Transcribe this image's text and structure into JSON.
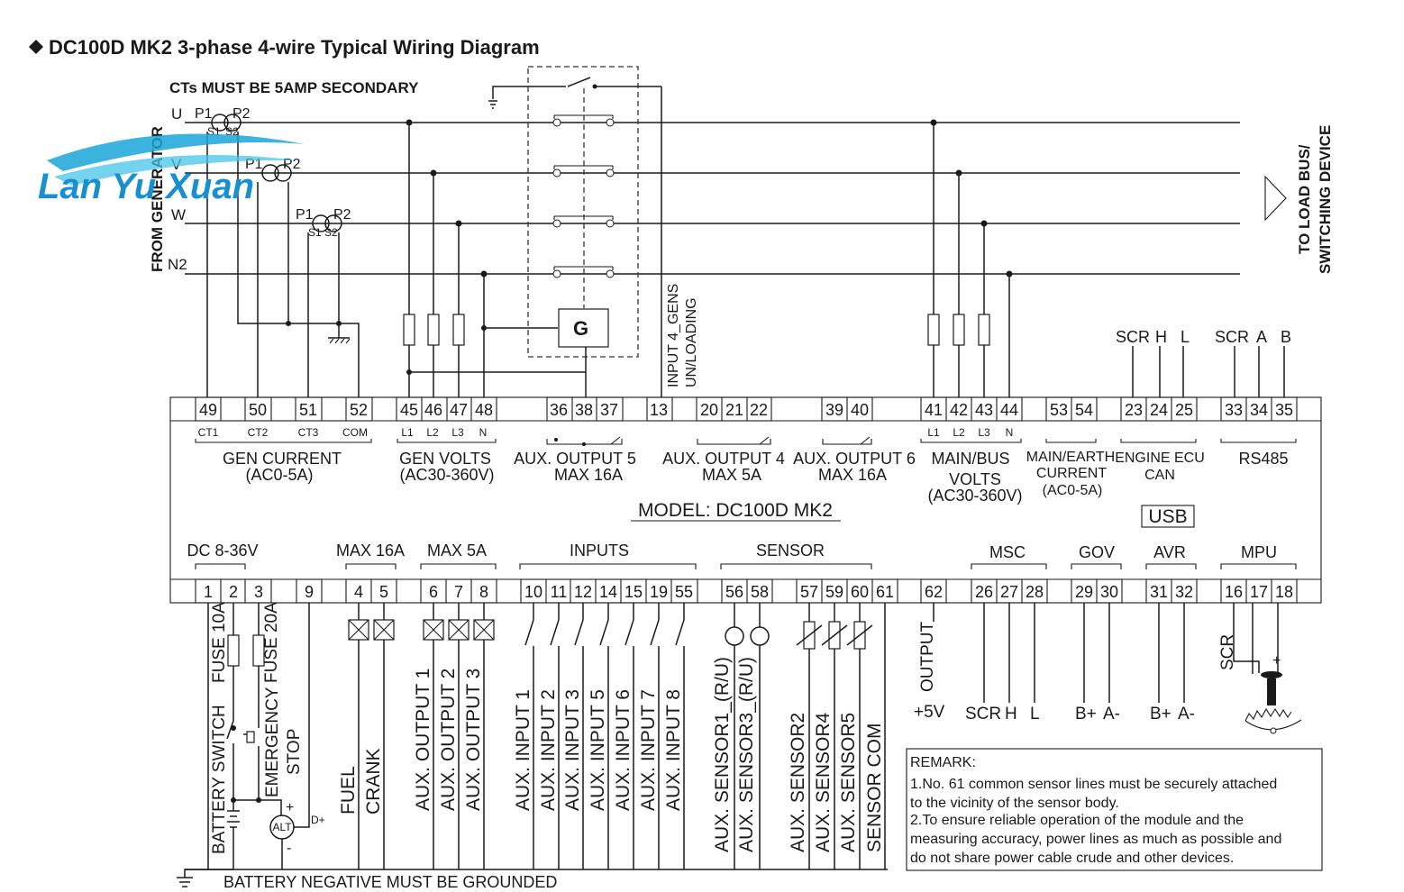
{
  "title": "DC100D MK2 3-phase 4-wire Typical Wiring Diagram",
  "ct_note": "CTs MUST BE 5AMP SECONDARY",
  "from_label": "FROM GENERATOR",
  "to_label": [
    "TO LOAD BUS/",
    "SWITCHING DEVICE"
  ],
  "watermark": "Lan Yu Xuan",
  "lines": [
    "U",
    "V",
    "W",
    "N2"
  ],
  "ct_marks": {
    "p1": "P1",
    "p2": "P2",
    "s1": "S1",
    "s2": "S2"
  },
  "generator_label": "G",
  "input4_label": [
    "INPUT 4_GENS",
    "UN/LOADING"
  ],
  "top_pins": [
    "49",
    "50",
    "51",
    "52",
    "45",
    "46",
    "47",
    "48",
    "36",
    "38",
    "37",
    "13",
    "20",
    "21",
    "22",
    "39",
    "40",
    "41",
    "42",
    "43",
    "44",
    "53",
    "54",
    "23",
    "24",
    "25",
    "33",
    "34",
    "35"
  ],
  "top_subs": {
    "ct1": "CT1",
    "ct2": "CT2",
    "ct3": "CT3",
    "com": "COM",
    "l1": "L1",
    "l2": "L2",
    "l3": "L3",
    "n": "N"
  },
  "top_groups": {
    "gen_current": [
      "GEN CURRENT",
      "(AC0-5A)"
    ],
    "gen_volts": [
      "GEN VOLTS",
      "(AC30-360V)"
    ],
    "aux5": [
      "AUX. OUTPUT 5",
      "MAX  16A"
    ],
    "aux4": [
      "AUX. OUTPUT 4",
      "MAX  5A"
    ],
    "aux6": [
      "AUX. OUTPUT 6",
      "MAX  16A"
    ],
    "main_bus": [
      "MAIN/BUS",
      "VOLTS",
      "(AC30-360V)"
    ],
    "main_earth": [
      "MAIN/EARTH",
      "CURRENT",
      "(AC0-5A)"
    ],
    "ecu": [
      "ENGINE ECU",
      "CAN"
    ],
    "rs485": "RS485",
    "ecu_pins": [
      "SCR",
      "H",
      "L"
    ],
    "rs485_pins": [
      "SCR",
      "A",
      "B"
    ]
  },
  "model": "MODEL: DC100D MK2",
  "usb": "USB",
  "bottom_groups": {
    "dc": "DC 8-36V",
    "max16": "MAX 16A",
    "max5": "MAX 5A",
    "inputs": "INPUTS",
    "sensor": "SENSOR",
    "msc": "MSC",
    "gov": "GOV",
    "avr": "AVR",
    "mpu": "MPU"
  },
  "bottom_pins": [
    "1",
    "2",
    "3",
    "9",
    "4",
    "5",
    "6",
    "7",
    "8",
    "10",
    "11",
    "12",
    "14",
    "15",
    "19",
    "55",
    "56",
    "58",
    "57",
    "59",
    "60",
    "61",
    "62",
    "26",
    "27",
    "28",
    "29",
    "30",
    "31",
    "32",
    "16",
    "17",
    "18"
  ],
  "bottom_labels": {
    "fuse10": "FUSE 10A",
    "fuse20": "FUSE 20A",
    "battery_switch": "BATTERY  SWITCH",
    "emergency_stop": [
      "EMERGENCY",
      "STOP"
    ],
    "alt": "ALT",
    "d_plus": "D+",
    "plus": "+",
    "minus": "-",
    "fuel": "FUEL",
    "crank": "CRANK",
    "aux_out": [
      "AUX. OUTPUT 1",
      "AUX. OUTPUT 2",
      "AUX. OUTPUT 3"
    ],
    "inputs": [
      "AUX. INPUT 1",
      "AUX. INPUT 2",
      "AUX. INPUT 3",
      "AUX. INPUT 5",
      "AUX. INPUT 6",
      "AUX. INPUT 7",
      "AUX. INPUT 8"
    ],
    "sensors_a": [
      "AUX. SENSOR1_(R/U)",
      "AUX. SENSOR3_(R/U)"
    ],
    "sensors_b": [
      "AUX. SENSOR2",
      "AUX. SENSOR4",
      "AUX. SENSOR5",
      "SENSOR COM"
    ],
    "output": "OUTPUT",
    "plus5v": "+5V",
    "msc_pins": [
      "SCR",
      "H",
      "L"
    ],
    "gov_pins": [
      "B+",
      "A-"
    ],
    "avr_pins": [
      "B+",
      "A-"
    ],
    "scr": "SCR",
    "mpu_minus": "-",
    "mpu_plus": "+",
    "ground_note": "BATTERY NEGATIVE MUST BE GROUNDED"
  },
  "remark": {
    "title": "REMARK:",
    "lines": [
      "1.No. 61 common sensor lines must be securely attached",
      "to the vicinity of the sensor body.",
      "2.To ensure reliable operation of the module and the",
      "measuring accuracy, power lines as much as possible and",
      "do not share power cable crude and other devices."
    ]
  }
}
